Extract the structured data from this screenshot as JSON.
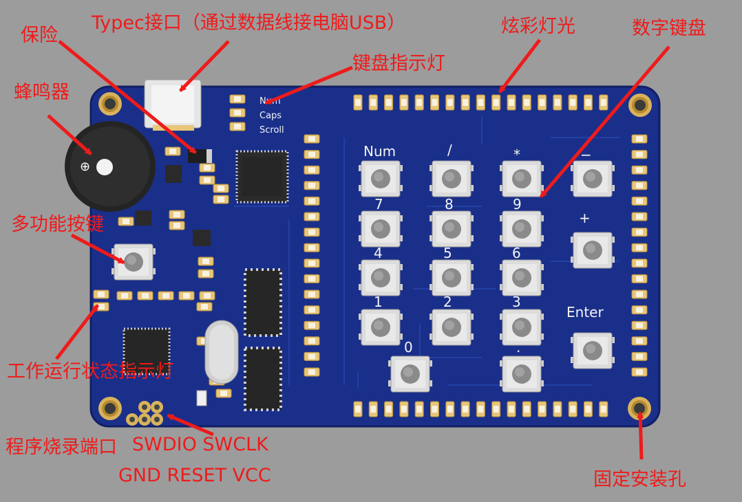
{
  "colors": {
    "background": "#9c9c9c",
    "board": "#1a2f8a",
    "board_edge": "#101f66",
    "pad": "#e8c67a",
    "pad_dark": "#b8923e",
    "annotation": "#ee1b1b",
    "silk": "#f4f4f4",
    "chip": "#262626",
    "button_body": "#d8d8d8",
    "button_cap": "#8a8a8a"
  },
  "annotations": {
    "typec": "Typec接口（通过数据线接电脑USB）",
    "fuse": "保险",
    "buzzer": "蜂鸣器",
    "kbd_led": "键盘指示灯",
    "rgb": "炫彩灯光",
    "numpad": "数字键盘",
    "multi_key": "多功能按键",
    "status_led": "工作运行状态指示灯",
    "prog_port": "程序烧录端口",
    "swd_line1": "SWDIO SWCLK",
    "swd_line2": "GND RESET VCC",
    "mount": "固定安装孔"
  },
  "silkscreen": {
    "led_labels": [
      "Num",
      "Caps",
      "Scroll"
    ],
    "keys": [
      "Num",
      "/",
      "*",
      "−",
      "7",
      "8",
      "9",
      "+",
      "4",
      "5",
      "6",
      "1",
      "2",
      "3",
      "Enter",
      "0",
      "."
    ]
  },
  "icons": [
    "buzzer-icon",
    "usb-c-icon",
    "chip-icon",
    "crystal-icon",
    "mount-hole-icon",
    "button-icon",
    "arrow-icon"
  ]
}
